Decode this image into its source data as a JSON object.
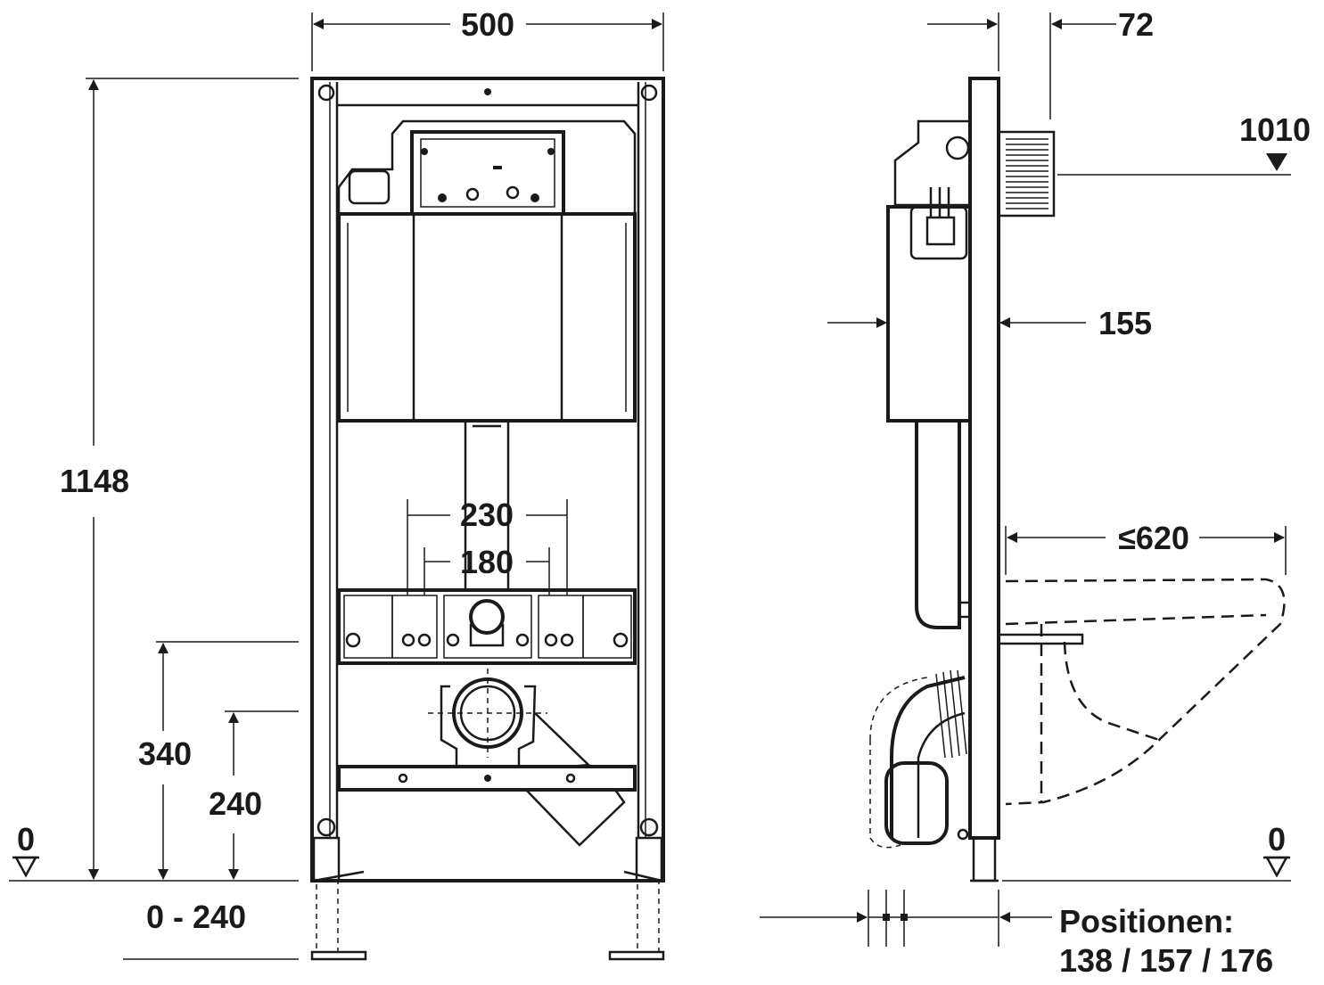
{
  "colors": {
    "line": "#1a1a1a",
    "background": "#ffffff"
  },
  "front_view": {
    "width": "500",
    "height_total": "1148",
    "inlet_spacing_outer": "230",
    "inlet_spacing_inner": "180",
    "height_340": "340",
    "height_240": "240",
    "zero_level": "0",
    "foot_range": "0 - 240"
  },
  "side_view": {
    "depth_72": "72",
    "height_1010": "1010",
    "depth_155": "155",
    "projection_max": "≤620",
    "zero_level": "0",
    "positions_label": "Positionen:",
    "positions_values": "138 / 157 / 176"
  }
}
